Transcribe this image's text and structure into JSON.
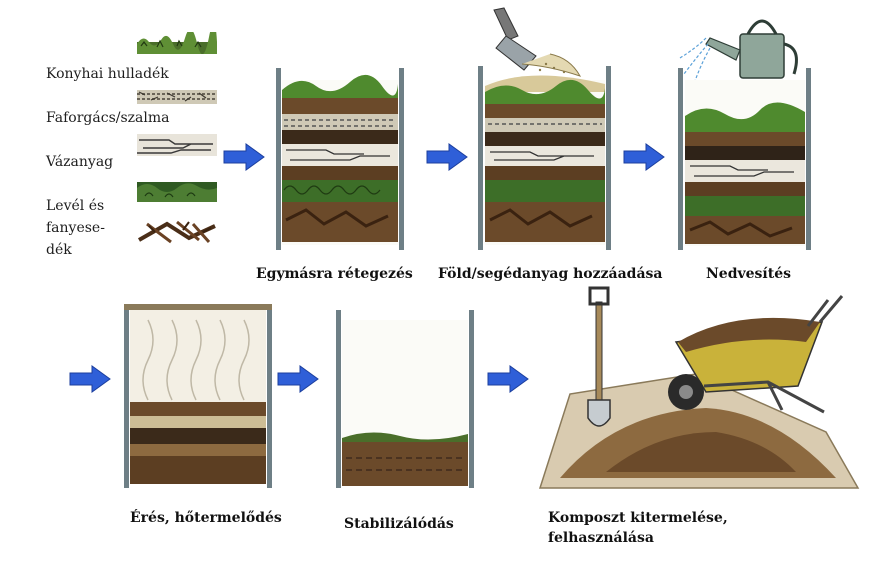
{
  "legend": {
    "items": [
      {
        "label": "Konyhai hulladék"
      },
      {
        "label": "Faforgács/szalma"
      },
      {
        "label": "Vázanyag"
      },
      {
        "label": "Levél és"
      },
      {
        "label": "fanyese-"
      },
      {
        "label": "dék"
      }
    ]
  },
  "stages": [
    {
      "label": "Egymásra rétegezés"
    },
    {
      "label": "Föld/segédanyag hozzáadása"
    },
    {
      "label": "Nedvesítés"
    },
    {
      "label": "Érés, hőtermelődés"
    },
    {
      "label": "Stabilizálódás"
    },
    {
      "label": "Komposzt kitermelése,"
    },
    {
      "label": "felhasználása"
    }
  ],
  "colors": {
    "arrow": "#2f5fd8",
    "soil": "#6b4a2a",
    "dark_soil": "#3b2a1a",
    "green": "#3f7a2a",
    "post": "#6e7f86",
    "heat": "#f3efe4"
  }
}
